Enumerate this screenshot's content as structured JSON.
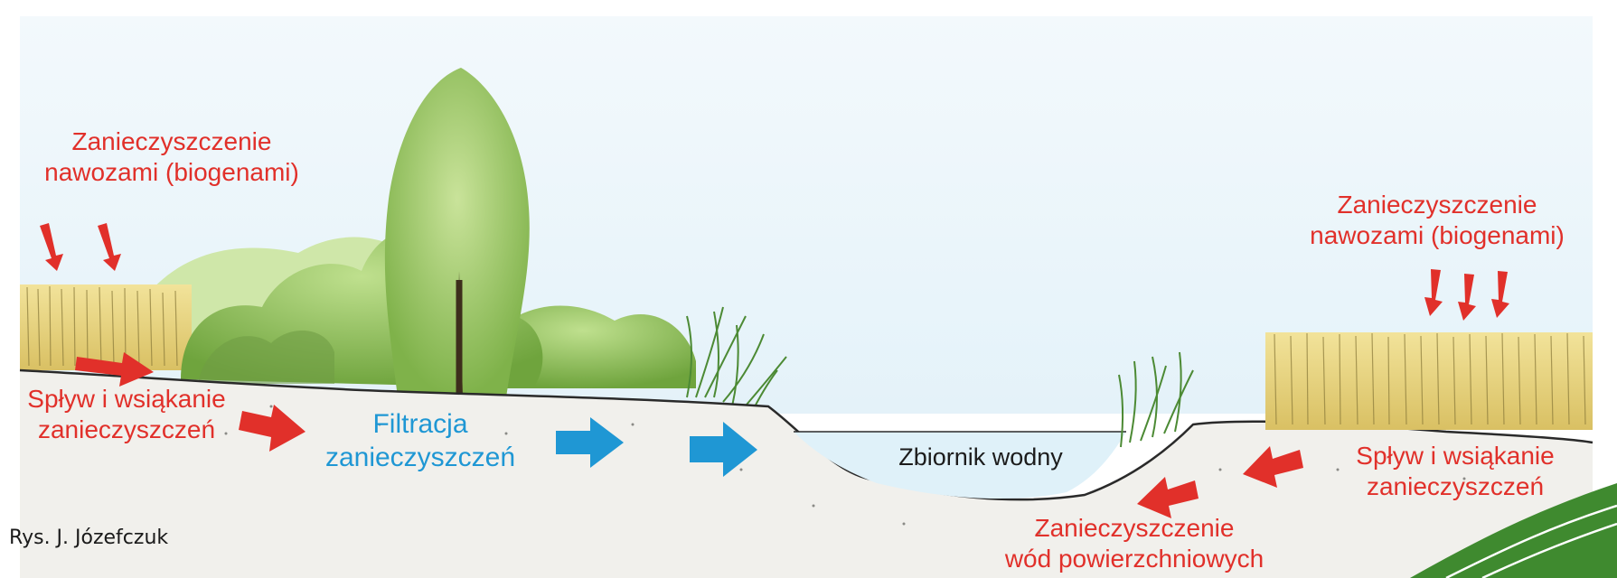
{
  "labels": {
    "fertilizer_left": {
      "line1": "Zanieczyszczenie",
      "line2": "nawozami (biogenami)"
    },
    "fertilizer_right": {
      "line1": "Zanieczyszczenie",
      "line2": "nawozami (biogenami)"
    },
    "runoff_left": {
      "line1": "Spływ i wsiąkanie",
      "line2": "zanieczyszczeń"
    },
    "runoff_right": {
      "line1": "Spływ i wsiąkanie",
      "line2": "zanieczyszczeń"
    },
    "filtration": {
      "line1": "Filtracja",
      "line2": "zanieczyszczeń"
    },
    "reservoir": "Zbiornik wodny",
    "surface_water": {
      "line1": "Zanieczyszczenie",
      "line2": "wód powierzchniowych"
    }
  },
  "credit": "Rys. J. Józefczuk",
  "colors": {
    "pollution_red": "#e1302a",
    "filtration_blue": "#1f97d4",
    "sky": "#e9f5fb",
    "water": "#e3f3fa",
    "vegetation": "#8dbf4e",
    "wheat": "#e6d27a",
    "corner_accent": "#3f8a2f"
  },
  "icons": {
    "red_arrow": "down-arrow-red",
    "blue_arrow": "right-arrow-blue"
  }
}
